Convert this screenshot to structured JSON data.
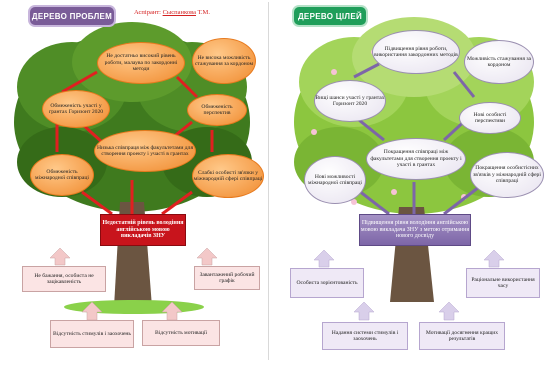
{
  "left": {
    "title": "ДЕРЕВО ПРОБЛЕМ",
    "author_label": "Аспірант: ",
    "author_name": "Сыспанкова",
    "author_initials": " Т.М.",
    "nodes": {
      "problem_top": "Не достатньо високий рівень роботи, малаува по закордонні методи",
      "problem_abroad": "Не висока можливість стажування за кордоном",
      "problem_horizon": "Обмеженість участі у грантах Горизонт 2020",
      "problem_prospects": "Обмеженість перспектив",
      "problem_collab": "Низька співпраця між факультетами для створення проекту і участі в грантах",
      "problem_international": "Обмеженість міжнародної співпраці",
      "problem_weak": "Слабкі особисті зв'язки у міжнародній сфері співпраці",
      "root_main": "Недостатній рівень володіння англійською мовою викладачів ЗНУ",
      "cause_desire": "Не бажання, особиста не зацікавленість",
      "cause_schedule": "Завантажений робочий графік",
      "cause_incentives": "Відсутність стимулів і заохочень",
      "cause_motivation": "Відсутність мотивації"
    }
  },
  "right": {
    "title": "ДЕРЕВО ЦІЛЕЙ",
    "nodes": {
      "goal_top": "Підвищення рівня роботи, використання закордонних методів",
      "goal_abroad": "Можливість стажування за кордоном",
      "goal_chances": "Вищі шанси участі у грантах Горизонт 2020",
      "goal_prospects": "Нові особисті перспективи",
      "goal_collab": "Покращення співпраці між факультетами для створення проекту і участі в грантах",
      "goal_international": "Нові можливості міжнародної співпраці",
      "goal_relations": "Покращення особистісних зв'язків у міжнародній сфері співпраці",
      "root_main": "Підвищення рівня володіння англійською мовою викладача ЗНУ з метою отримання нового досвіду",
      "means_personal": "Особиста зорієнтованість",
      "means_time": "Раціональне використання часу",
      "means_incentives": "Надання системи стимулів і заохочень",
      "means_motivation": "Мотивації досягнення кращих результатів"
    }
  },
  "colors": {
    "orange": "#f08a2e",
    "red": "#c8141c",
    "purple": "#7a5c98",
    "green": "#1f9e5a"
  }
}
